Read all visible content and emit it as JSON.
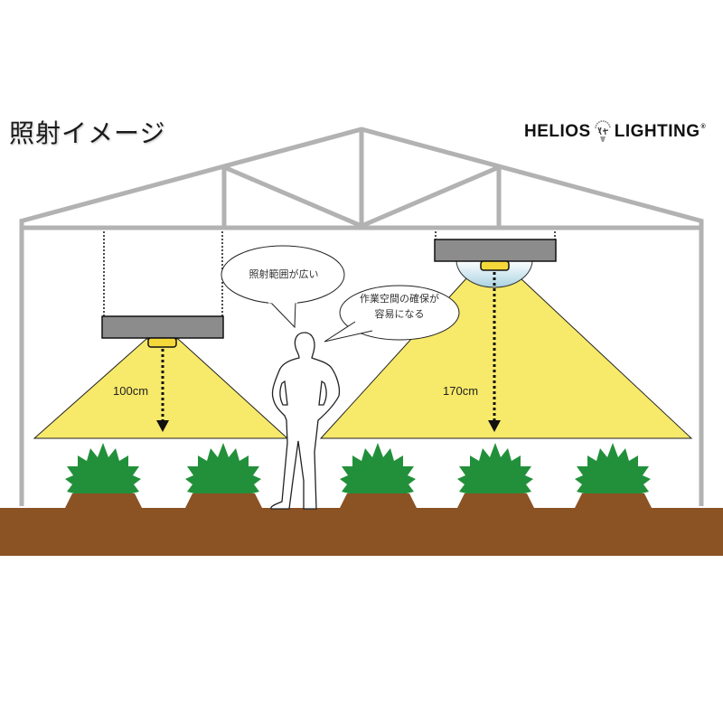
{
  "header": {
    "title": "照射イメージ",
    "brand": {
      "left_word": "HELIOS",
      "right_word": "LIGHTING",
      "registered_mark": "®",
      "icon": "helios-bulb-logo-icon"
    }
  },
  "callouts": [
    {
      "id": "wide-range",
      "text": "照射範囲が広い"
    },
    {
      "id": "work-space",
      "line1": "作業空間の確保が",
      "line2": "容易になる"
    }
  ],
  "lamps": [
    {
      "id": "lamp-left",
      "hang_height_label": "100cm",
      "has_dome": false
    },
    {
      "id": "lamp-right",
      "hang_height_label": "170cm",
      "has_dome": true
    }
  ],
  "plants": {
    "count": 5
  },
  "colors": {
    "frame": "#b2b2b2",
    "light_cone": "#f7e96a",
    "lamp_body": "#8c8c8c",
    "led": "#f5d93a",
    "plant": "#22903a",
    "soil": "#8b5224",
    "dome": "#cde6ef"
  }
}
